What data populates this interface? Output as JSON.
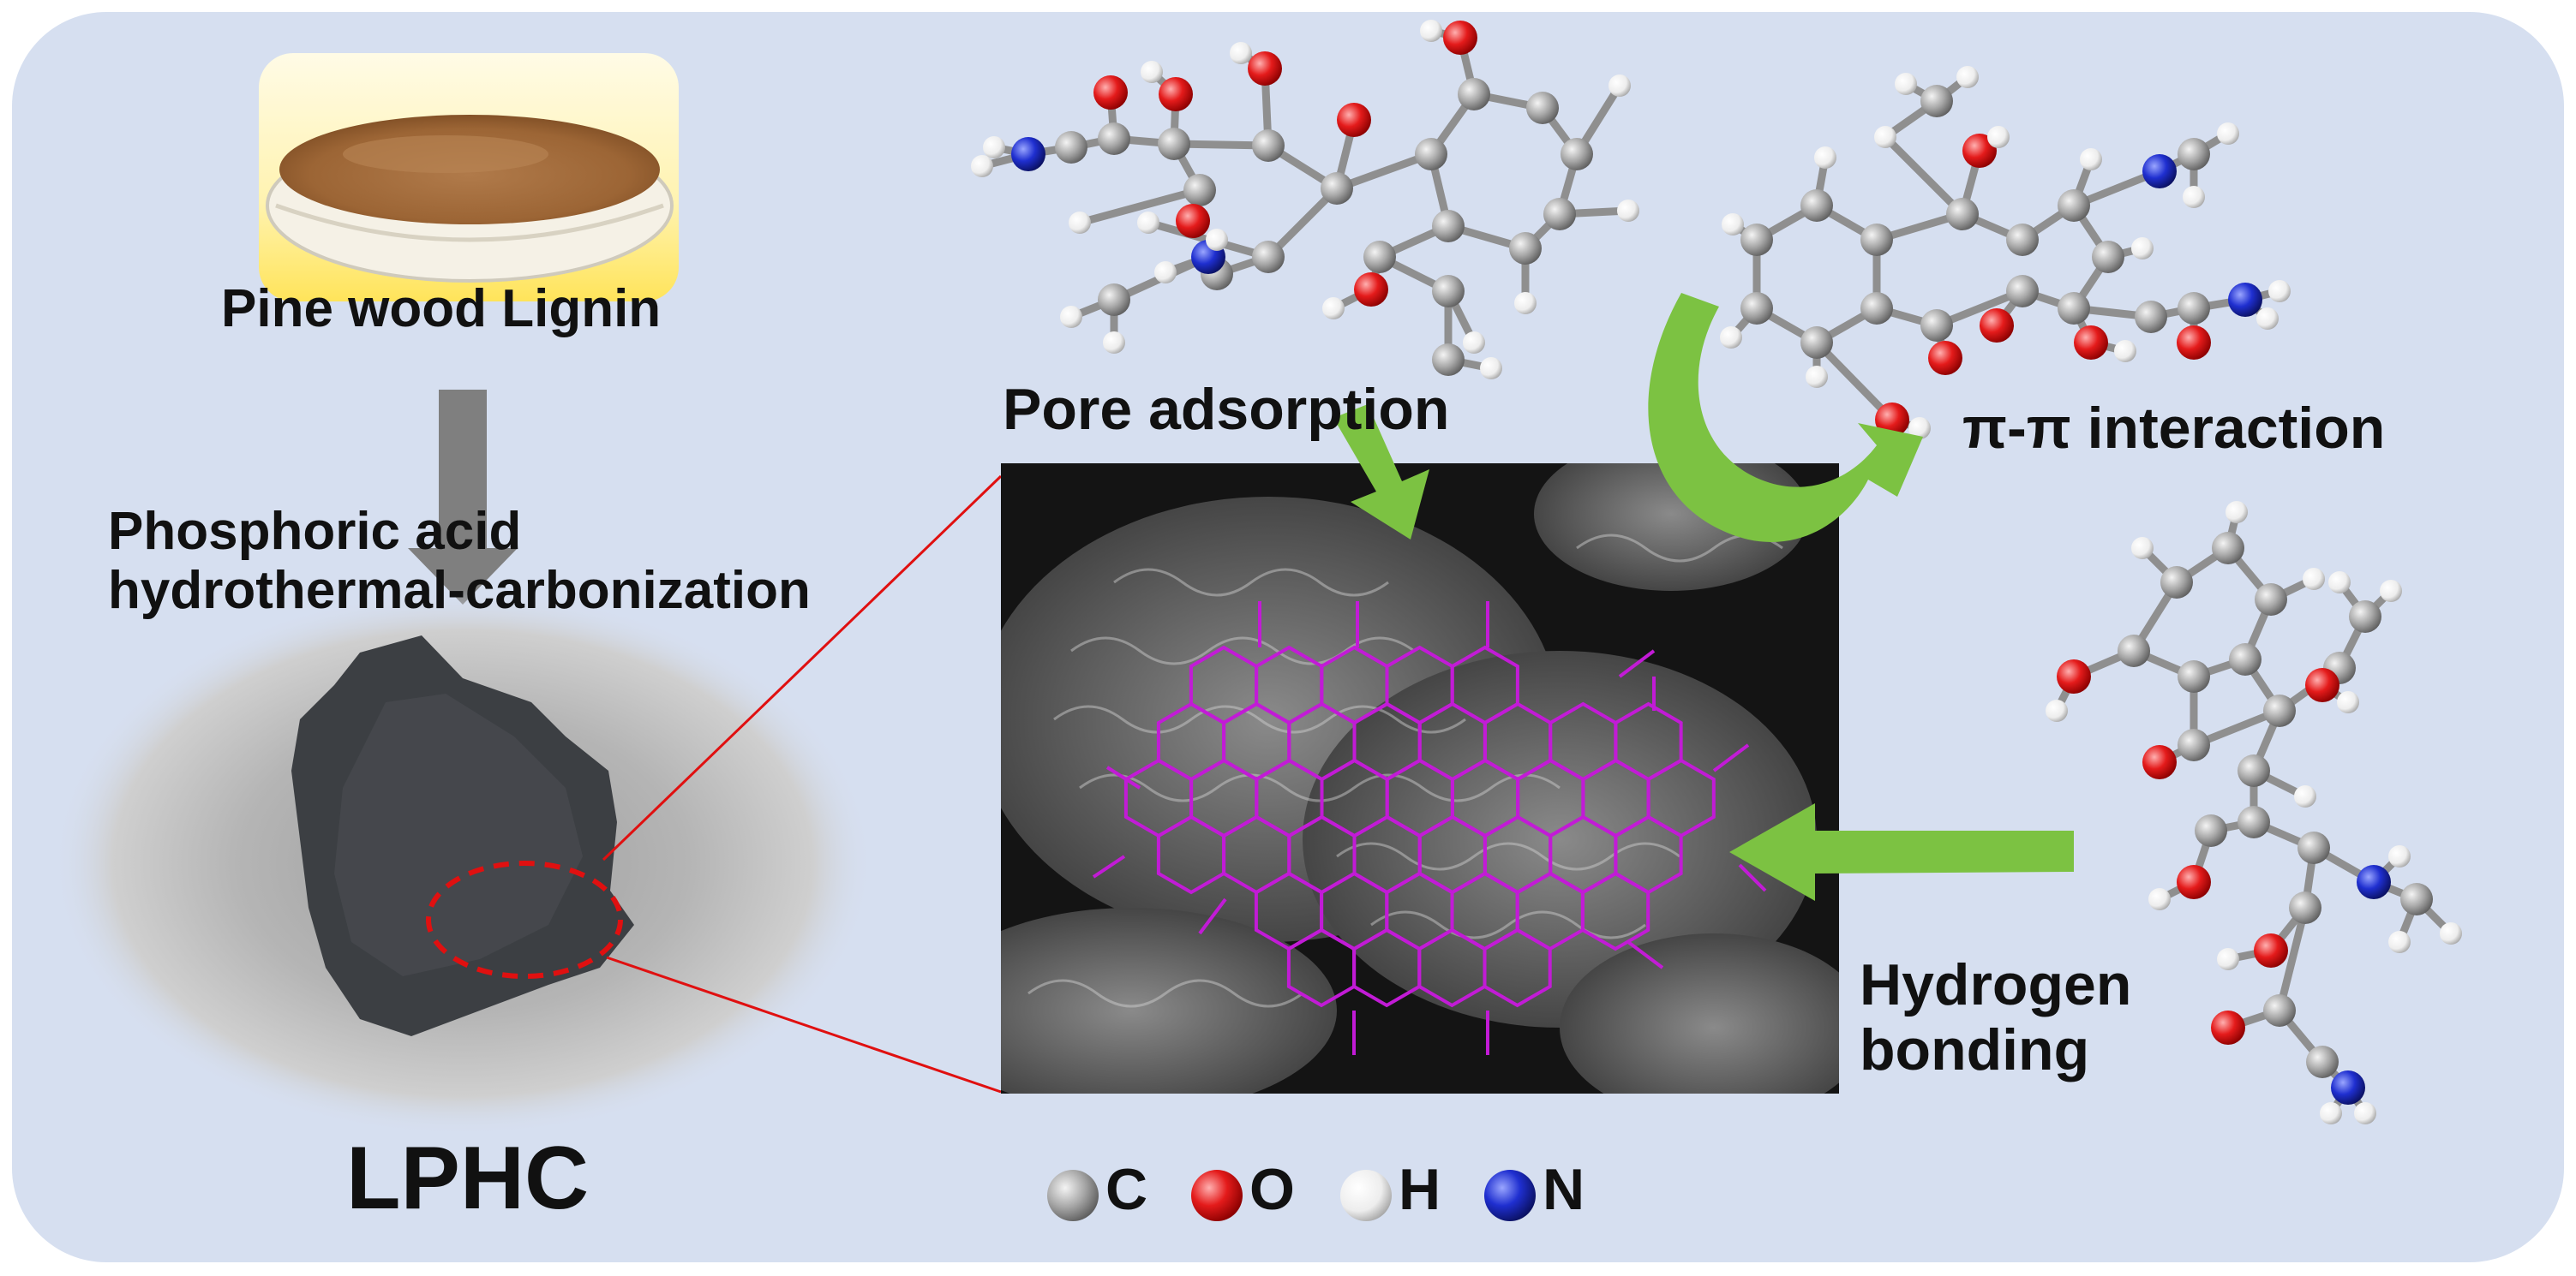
{
  "labels": {
    "pine": "Pine wood Lignin",
    "phosphoric_line1": "Phosphoric acid",
    "phosphoric_line2": "hydrothermal-carbonization",
    "lphc": "LPHC",
    "pore": "Pore adsorption",
    "pipi": "π-π interaction",
    "hbond_line1": "Hydrogen",
    "hbond_line2": "bonding"
  },
  "legend": [
    {
      "symbol": "C",
      "color": "#9a9a9a"
    },
    {
      "symbol": "O",
      "color": "#e41b1b"
    },
    {
      "symbol": "H",
      "color": "#f2f2f2"
    },
    {
      "symbol": "N",
      "color": "#1f2fd0"
    }
  ],
  "colors": {
    "panel": "#d6dff0",
    "arrow_green": "#7cc242",
    "arrow_grey": "#7f7f7f",
    "lattice": "#c21bd6",
    "highlight": "#e01010",
    "carbon": "#9a9a9a",
    "oxygen": "#e41b1b",
    "hydrogen": "#f2f2f2",
    "nitrogen": "#1f2fd0"
  }
}
